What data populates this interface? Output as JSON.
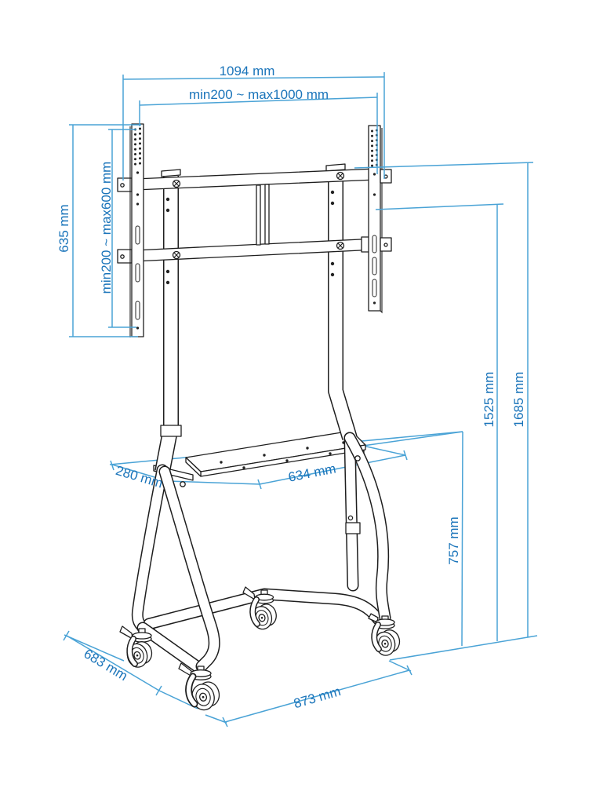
{
  "colors": {
    "dimension_line": "#4aa3d6",
    "dimension_text": "#1a74ba",
    "drawing_line": "#1e1e1e",
    "background": "#ffffff"
  },
  "dimensions": {
    "overall_width": "1094 mm",
    "vesa_width_range": "min200 ~ max1000 mm",
    "mount_height": "635 mm",
    "vesa_height_range": "min200 ~ max600 mm",
    "bracket_height": "1525 mm",
    "overall_height": "1685 mm",
    "shelf_height": "757 mm",
    "shelf_depth": "280 mm",
    "shelf_width": "634 mm",
    "base_depth": "683 mm",
    "base_width": "873 mm"
  }
}
